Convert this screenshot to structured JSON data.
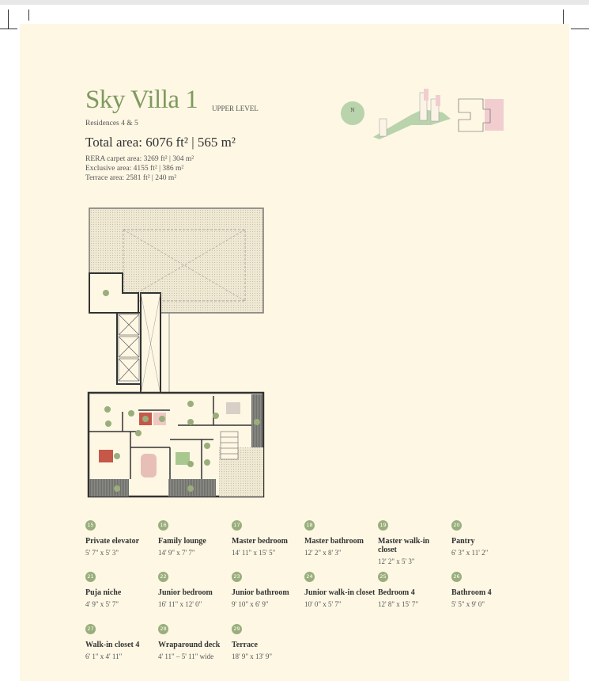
{
  "header": {
    "title": "Sky Villa 1",
    "level": "UPPER LEVEL",
    "residences": "Residences 4 & 5",
    "total_area": "Total area: 6076 ft² | 565 m²",
    "rera_area": "RERA carpet area: 3269 ft² | 304 m²",
    "exclusive_area": "Exclusive area: 4155 ft² | 386 m²",
    "terrace_area": "Terrace area: 2581 ft² | 240 m²"
  },
  "key_plan": {
    "north_label": "N",
    "accent_color": "#f1cdd0",
    "green": "#b9d3ac"
  },
  "colors": {
    "accent_green": "#7f9a5e",
    "badge_green": "#9aae7c",
    "background": "#fdf7e4"
  },
  "legend": [
    {
      "num": "15",
      "name": "Private elevator",
      "dim": "5' 7\" x 5' 3\""
    },
    {
      "num": "16",
      "name": "Family lounge",
      "dim": "14' 9\" x 7' 7\""
    },
    {
      "num": "17",
      "name": "Master bedroom",
      "dim": "14' 11\" x 15' 5\""
    },
    {
      "num": "18",
      "name": "Master bathroom",
      "dim": "12' 2\" x 8' 3\""
    },
    {
      "num": "19",
      "name": "Master walk-in closet",
      "dim": "12' 2\" x 5' 3\""
    },
    {
      "num": "20",
      "name": "Pantry",
      "dim": "6' 3\" x 11' 2\""
    },
    {
      "num": "21",
      "name": "Puja niche",
      "dim": "4' 9\" x 5' 7\""
    },
    {
      "num": "22",
      "name": "Junior bedroom",
      "dim": "16' 11\" x 12' 0\""
    },
    {
      "num": "23",
      "name": "Junior bathroom",
      "dim": "9' 10\" x 6' 9\""
    },
    {
      "num": "24",
      "name": "Junior walk-in closet",
      "dim": "10' 0\" x 5' 7\""
    },
    {
      "num": "25",
      "name": "Bedroom 4",
      "dim": "12' 8\" x 15' 7\""
    },
    {
      "num": "26",
      "name": "Bathroom 4",
      "dim": "5' 5\" x 9' 0\""
    },
    {
      "num": "27",
      "name": "Walk-in closet 4",
      "dim": "6' 1\" x 4' 11\""
    },
    {
      "num": "28",
      "name": "Wraparound deck",
      "dim": "4' 11\" – 5' 11\" wide"
    },
    {
      "num": "29",
      "name": "Terrace",
      "dim": "18' 9\" x 13' 9\""
    }
  ]
}
